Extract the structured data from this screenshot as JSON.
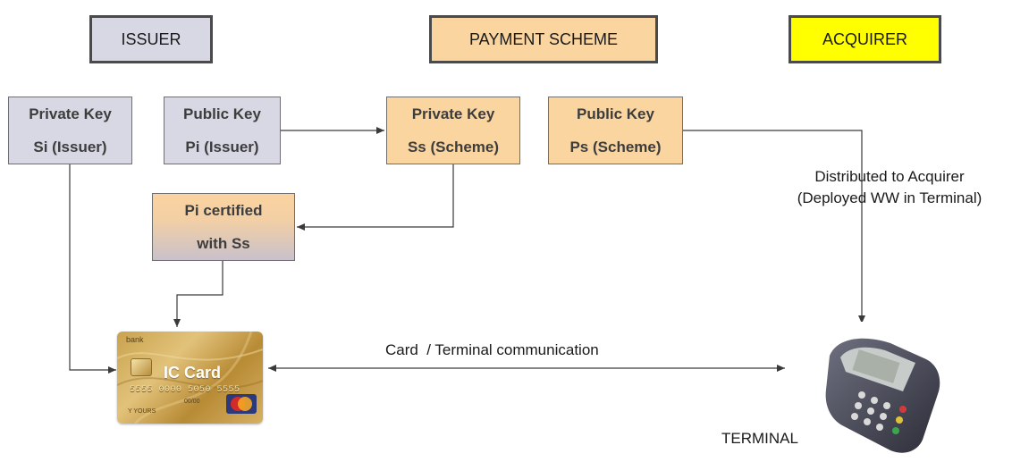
{
  "headers": {
    "issuer": "ISSUER",
    "scheme": "PAYMENT SCHEME",
    "acquirer": "ACQUIRER"
  },
  "keys": {
    "issuer_private": {
      "line1": "Private Key",
      "line2": "Si (Issuer)"
    },
    "issuer_public": {
      "line1": "Public Key",
      "line2": "Pi (Issuer)"
    },
    "scheme_private": {
      "line1": "Private Key",
      "line2": "Ss (Scheme)"
    },
    "scheme_public": {
      "line1": "Public Key",
      "line2": "Ps (Scheme)"
    },
    "certified": {
      "line1": "Pi certified",
      "line2": "with Ss"
    }
  },
  "distribution": {
    "line1": "Distributed to Acquirer",
    "line2": "(Deployed WW in Terminal)"
  },
  "card": {
    "bank": "bank",
    "title": "IC Card",
    "number": "5555 0000 5050 5555",
    "expiry": "00/00",
    "holder": "Y YOURS"
  },
  "communication": "Card  / Terminal communication",
  "terminal": "TERMINAL",
  "colors": {
    "issuer": "#d7d8e4",
    "scheme": "#fbd5a0",
    "acquirer": "#ffff00",
    "border": "#4a4a4a"
  }
}
